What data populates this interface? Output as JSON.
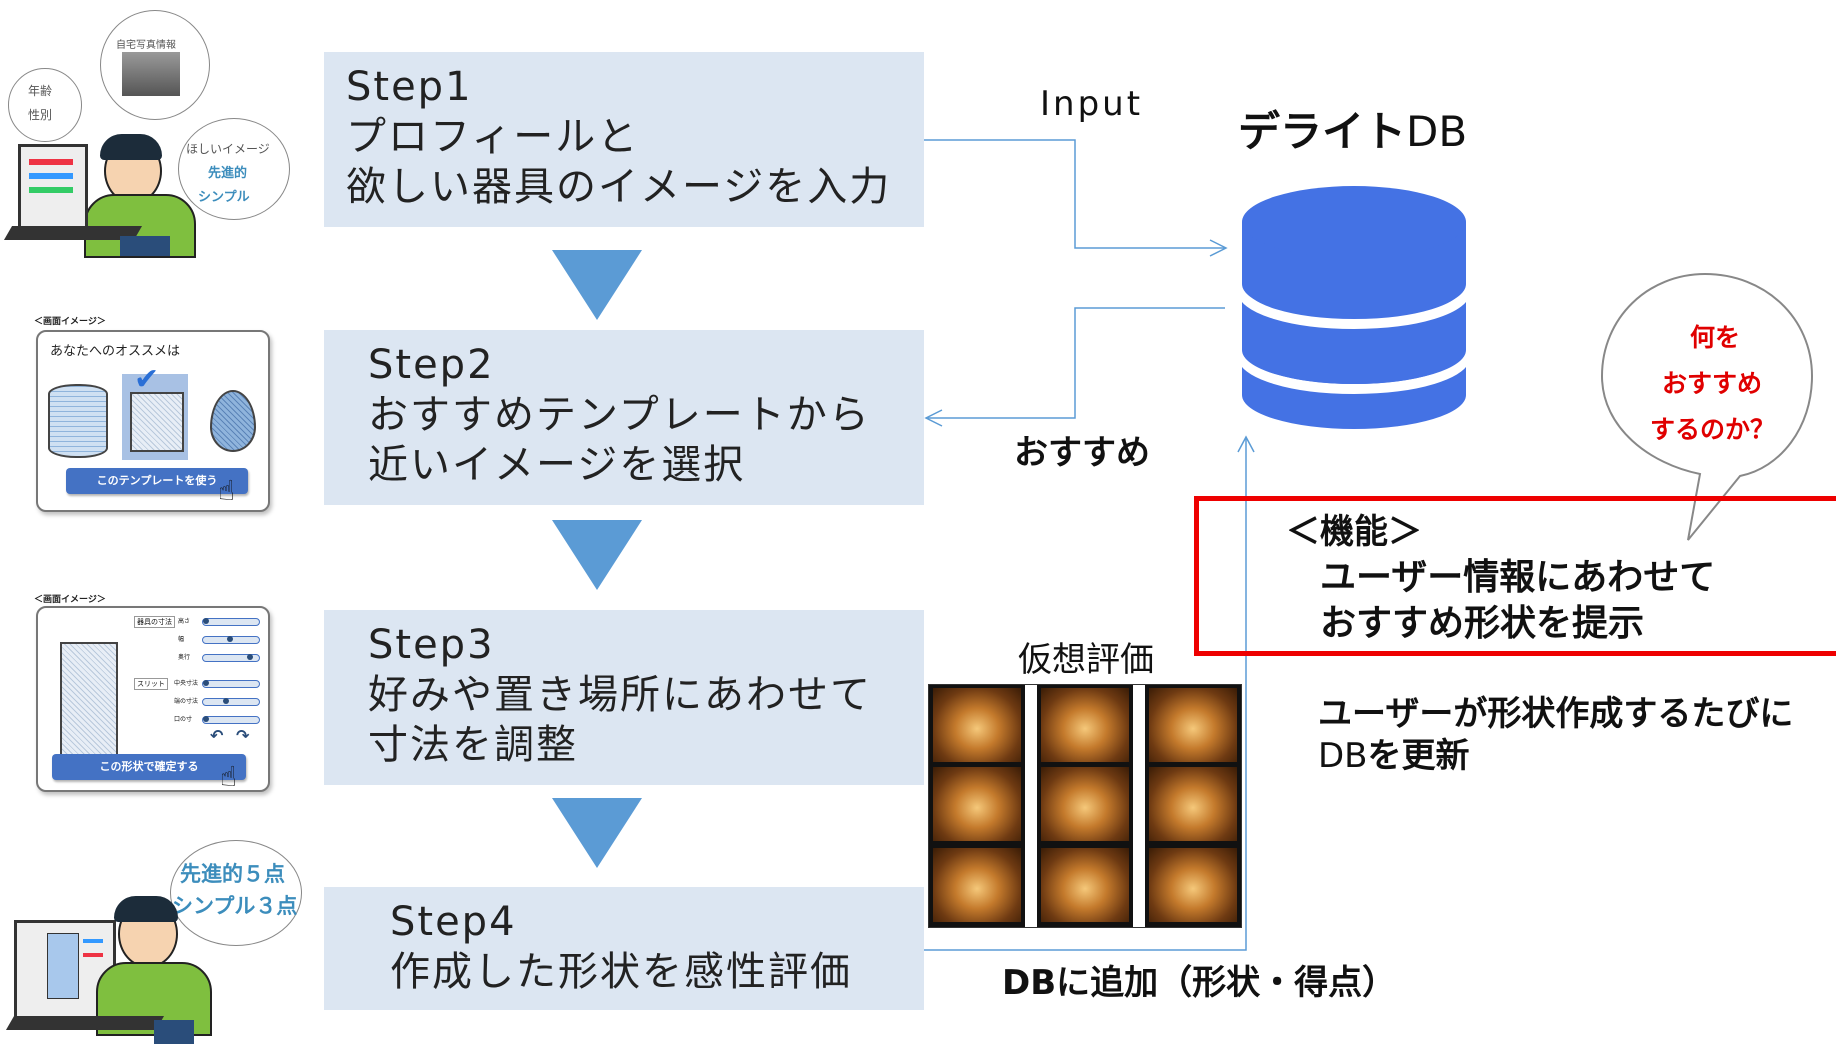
{
  "steps": [
    {
      "title": "Step1",
      "line1": "プロフィールと",
      "line2": "欲しい器具のイメージを入力"
    },
    {
      "title": "Step2",
      "line1": "おすすめテンプレートから",
      "line2": "近いイメージを選択"
    },
    {
      "title": "Step3",
      "line1": "好みや置き場所にあわせて",
      "line2": "寸法を調整"
    },
    {
      "title": "Step4",
      "line1": "作成した形状を感性評価"
    }
  ],
  "arrows": {
    "input": "Input",
    "recommend": "おすすめ",
    "add_db": "DBに追加（形状・得点）"
  },
  "db": {
    "title_a": "デライト",
    "title_b": "DB",
    "color": "#4472e4"
  },
  "callout": {
    "line1": "何を",
    "line2": "おすすめ",
    "line3": "するのか？",
    "color": "#e00000"
  },
  "function_box": {
    "heading": "＜機能＞",
    "line1": "ユーザー情報にあわせて",
    "line2": "おすすめ形状を提示",
    "border_color": "#ee0000"
  },
  "update_note": {
    "line1": "ユーザーが形状作成するたびに",
    "line2a": "DB",
    "line2b": "を更新"
  },
  "virtual_eval": {
    "label": "仮想評価"
  },
  "user1_bubble": {
    "item1": "年齢",
    "item2": "性別",
    "item3": "自宅写真情報",
    "item4a": "ほしいイメージ",
    "item4b": "先進的",
    "item4c": "シンプル"
  },
  "thumb2": {
    "header": "＜画面イメージ＞",
    "caption": "あなたへのオススメは",
    "button": "このテンプレートを使う"
  },
  "thumb3": {
    "header": "＜画面イメージ＞",
    "button": "この形状で確定する",
    "slider_group1": "器具の寸法",
    "slider_group2": "スリット",
    "slider_labels": [
      "高さ",
      "幅",
      "奥行",
      "中央寸法",
      "端の寸法",
      "口の寸"
    ]
  },
  "user4_bubble": {
    "line1": "先進的５点",
    "line2": "シンプル３点"
  },
  "colors": {
    "step_bg": "#dce6f2",
    "arrow_blue": "#5b9bd5",
    "line_blue": "#5b9bd5"
  }
}
